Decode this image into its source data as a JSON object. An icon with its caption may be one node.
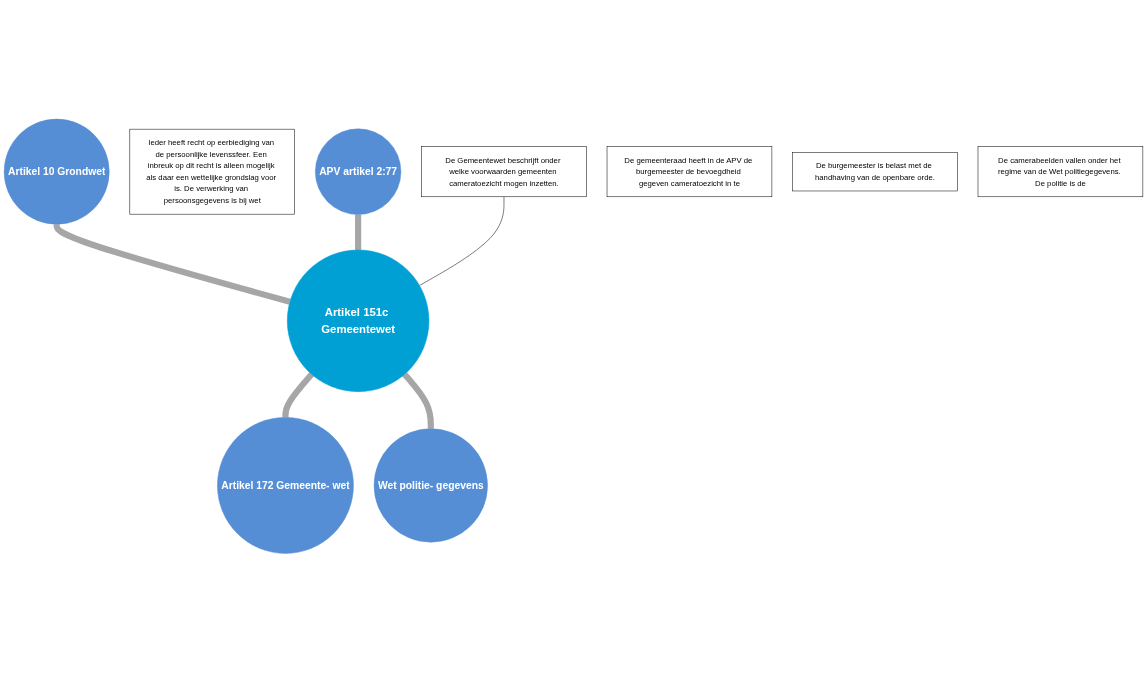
{
  "diagram": {
    "nodes": [
      {
        "text": [
          "Artikel 10 Grondwet"
        ]
      },
      {
        "text": [
          "Ieder heeft recht op eerbiediging van de persoonlijke levenssfeer. Een inbreuk op dit recht is alleen mogelijk als daar een wettelijke grondslag voor is. De verwerking van persoonsgegevens is bij wet"
        ]
      },
      {
        "text": [
          "De Gemeentewet beschrijft onder welke voorwaarden gemeenten cameratoezicht mogen inzetten."
        ]
      },
      {
        "text": [
          "APV artikel 2:77"
        ]
      },
      {
        "text": [
          "Artikel 151c Gemeentewet"
        ]
      },
      {
        "text": [
          "Artikel 172 Gemeente- wet"
        ]
      },
      {
        "text": [
          "De gemeenteraad heeft in de APV de burgemeester de bevoegdheid gegeven cameratoezicht in te"
        ]
      },
      {
        "text": [
          "De burgemeester is belast met de handhaving van de openbare orde."
        ]
      },
      {
        "text": [
          "Wet politie- gegevens"
        ]
      },
      {
        "text": [
          "De camerabeelden vallen onder het regime van de Wet politiegegevens. De politie is de"
        ]
      }
    ],
    "edges": [
      {
        "from": 0,
        "to": 4,
        "arrow": "none"
      },
      {
        "from": 3,
        "to": 4,
        "arrow": "none"
      },
      {
        "from": 4,
        "to": 5,
        "arrow": "none"
      },
      {
        "from": 4,
        "to": 8,
        "arrow": "none"
      },
      {
        "from": 2,
        "to": 4,
        "arrow": "none",
        "color": "#000000"
      }
    ]
  }
}
